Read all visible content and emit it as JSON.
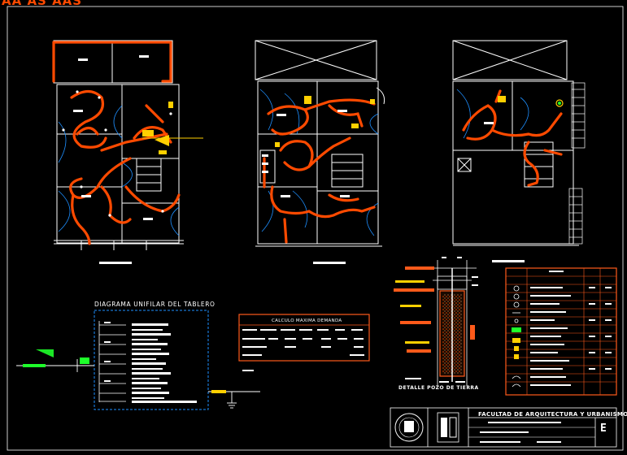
{
  "app_title": "AA AS AAS",
  "diagram_title": "DIAGRAMA UNIFILAR DEL TABLERO",
  "calc_title": "CALCULO MAXIMA DEMANDA",
  "well_title": "DETALLE POZO DE TIERRA",
  "faculty_title": "FACULTAD DE ARQUITECTURA Y URBANISMO",
  "sheet_letter": "E",
  "colors": {
    "background": "#000000",
    "walls": "#ffffff",
    "circuits": "#ff4a00",
    "switch_arcs": "#1e8fff",
    "fixtures": "#ffd000",
    "tables": "#ff5a1a",
    "frame": "#1e8fff"
  }
}
